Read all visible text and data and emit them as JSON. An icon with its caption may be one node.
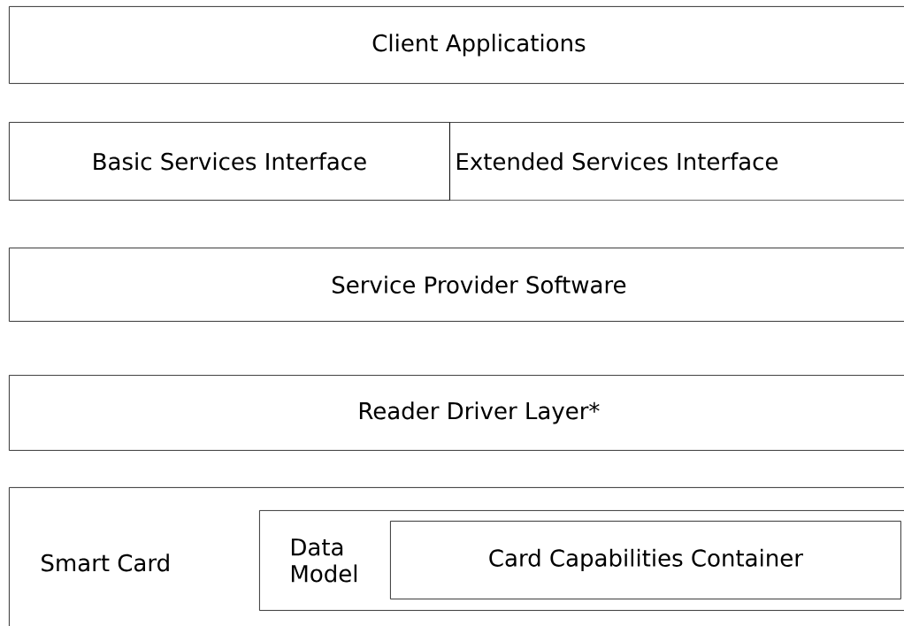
{
  "diagram": {
    "nodes": [
      {
        "text": [
          "Client Applications"
        ]
      },
      {
        "text": [
          "Basic Services Interface"
        ]
      },
      {
        "text": [
          "Extended Services Interface"
        ]
      },
      {
        "text": [
          "Service Provider Software"
        ]
      },
      {
        "text": [
          "Reader Driver Layer*"
        ]
      },
      {
        "text": [
          "Smart Card"
        ]
      },
      {
        "text": [
          "Data Model"
        ],
        "in": 5
      },
      {
        "text": [
          "Card Capabilities Container"
        ],
        "in": 6
      }
    ]
  }
}
